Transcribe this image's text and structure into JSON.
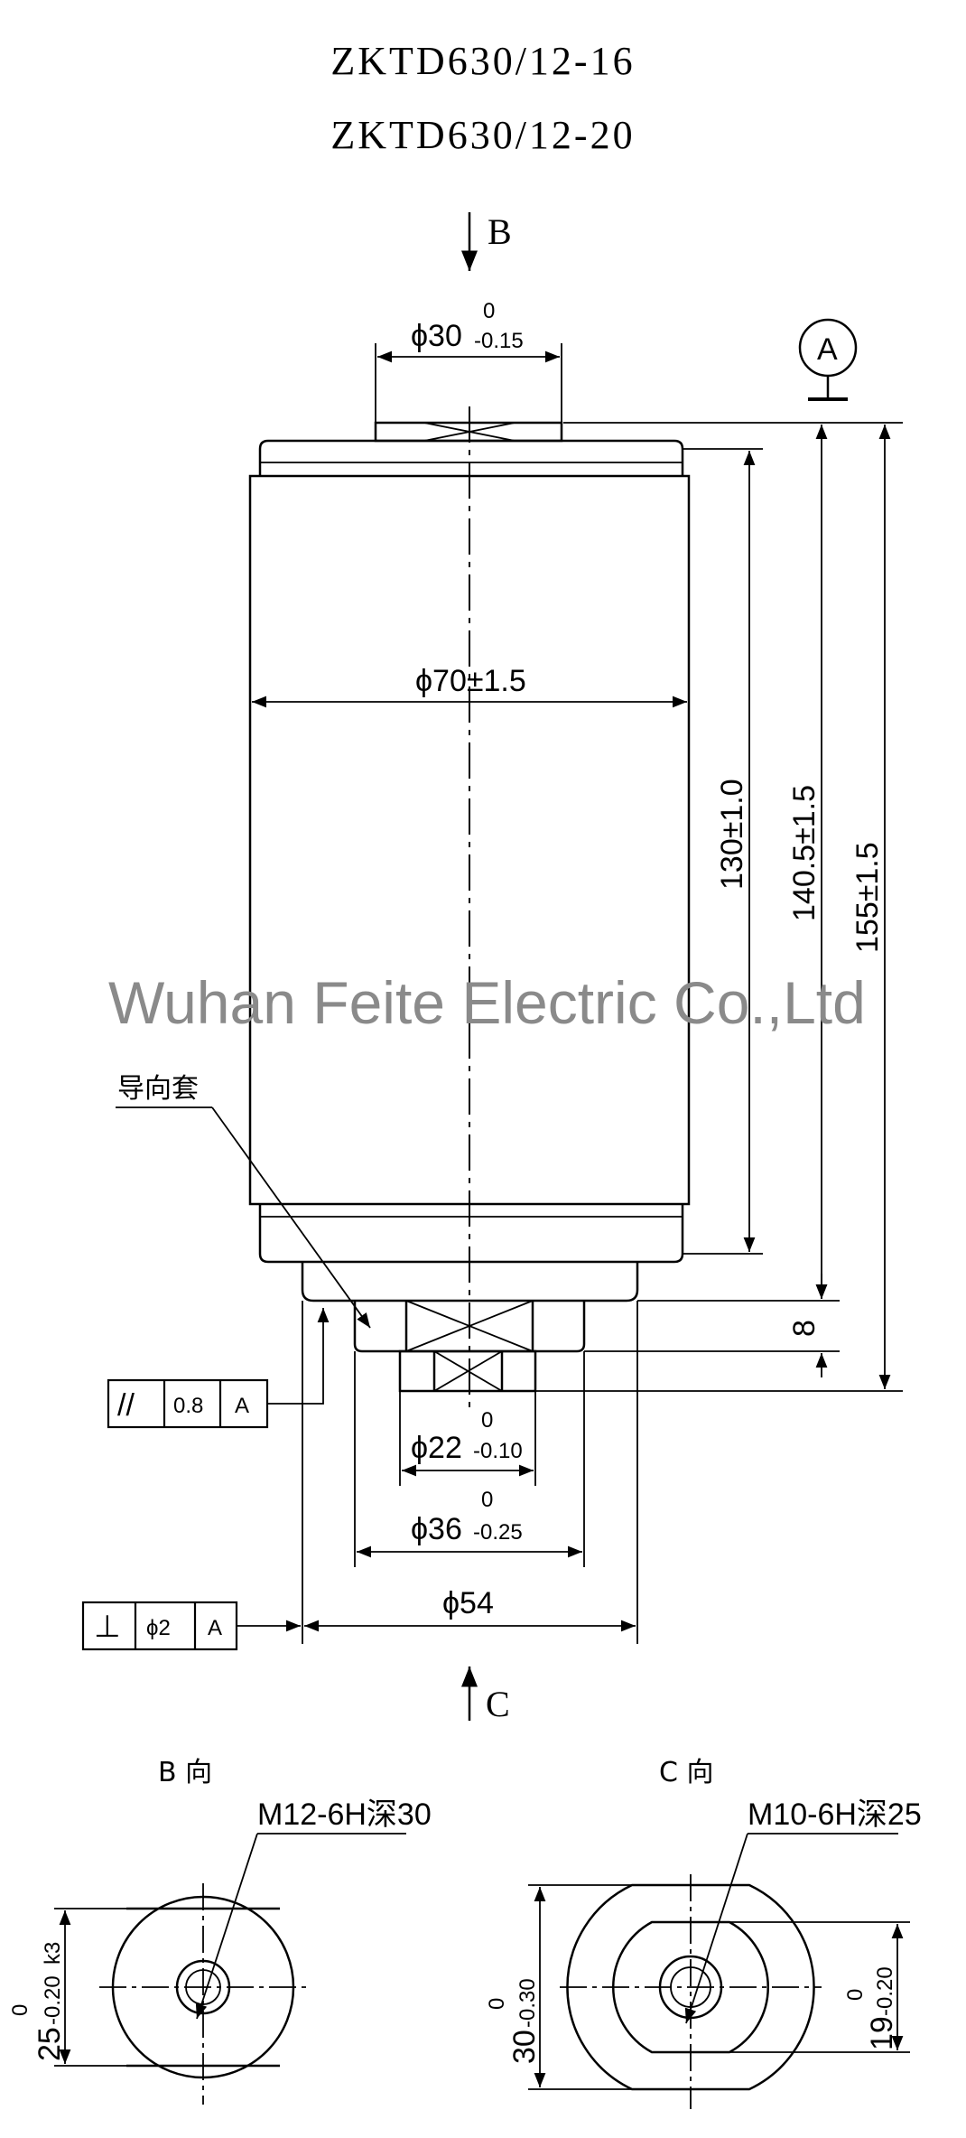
{
  "title": {
    "line1": "ZKTD630/12-16",
    "line2": "ZKTD630/12-20"
  },
  "watermark": "Wuhan Feite Electric Co.,Ltd",
  "view_arrows": {
    "top": "B",
    "bottom": "C"
  },
  "datum": "A",
  "dimensions": {
    "top_stud_dia": "ϕ30",
    "top_stud_tol_upper": "0",
    "top_stud_tol_lower": "-0.15",
    "body_dia": "ϕ70±1.5",
    "height_130": "130±1.0",
    "height_140_5": "140.5±1.5",
    "height_155": "155±1.5",
    "step_8": "8",
    "stud_22": "ϕ22",
    "stud_22_tol_upper": "0",
    "stud_22_tol_lower": "-0.10",
    "guide_36": "ϕ36",
    "guide_36_tol_upper": "0",
    "guide_36_tol_lower": "-0.25",
    "flange_54": "ϕ54"
  },
  "guide_sleeve_label": "导向套",
  "tolerance_frames": {
    "parallel": {
      "symbol": "//",
      "value": "0.8",
      "datum": "A"
    },
    "perpendicular": {
      "symbol": "⊥",
      "value": "ϕ2",
      "datum": "A"
    }
  },
  "view_b": {
    "label": "B 向",
    "thread": "M12-6H深30",
    "dim": "25",
    "dim_tol_upper": "0",
    "dim_tol_lower": "-0.20",
    "dim_suffix": "k3"
  },
  "view_c": {
    "label": "C 向",
    "thread": "M10-6H深25",
    "dim_outer": "30",
    "dim_outer_tol_upper": "0",
    "dim_outer_tol_lower": "-0.30",
    "dim_inner": "19",
    "dim_inner_tol_upper": "0",
    "dim_inner_tol_lower": "-0.20"
  }
}
